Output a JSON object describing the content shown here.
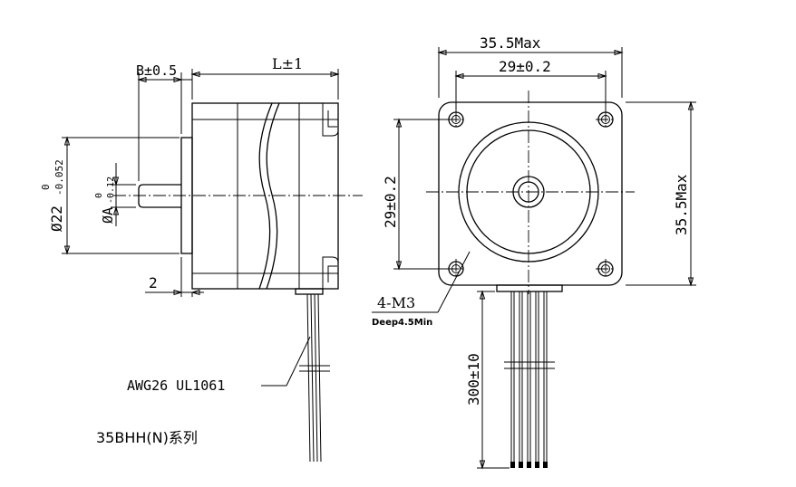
{
  "drawing": {
    "side_view": {
      "dim_length": "L±1",
      "dim_boss_offset": "B±0.5",
      "dim_flange_thickness": "2",
      "dia_boss_main": "Ø22",
      "dia_boss_tol_upper": "0",
      "dia_boss_tol_lower": "-0.052",
      "dia_shaft_main": "ØA",
      "dia_shaft_tol_upper": "0",
      "dia_shaft_tol_lower": "-0.12",
      "wire_label": "AWG26  UL1061"
    },
    "front_view": {
      "dim_overall_width": "35.5Max",
      "dim_hole_pitch_horizontal": "29±0.2",
      "dim_hole_pitch_vertical": "29±0.2",
      "dim_overall_height": "35.5Max",
      "dim_thread": "4-M3",
      "dim_thread_depth": "Deep4.5Min",
      "dim_lead_length": "300±10"
    },
    "series_label": "35BHH(N)系列"
  }
}
